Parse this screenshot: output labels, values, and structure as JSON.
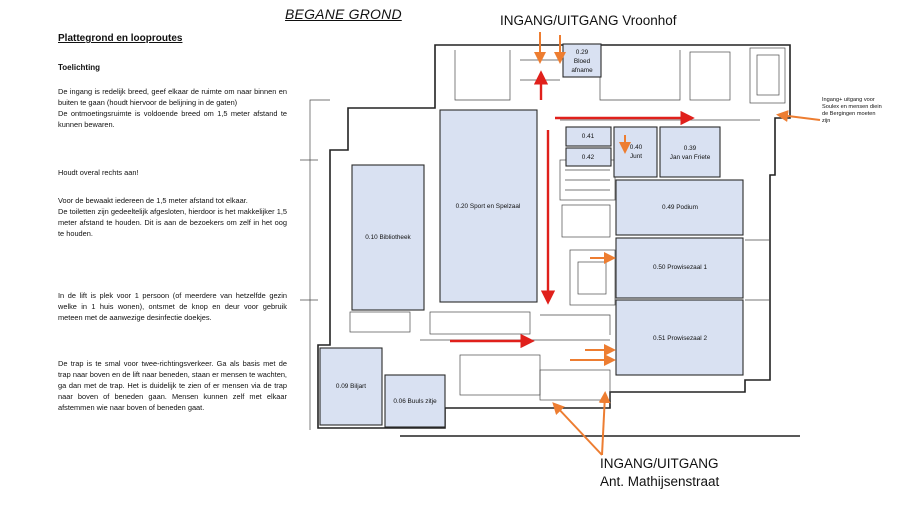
{
  "heading": "BEGANE GROND",
  "section_title": "Plattegrond en looproutes",
  "subheading": "Toelichting",
  "paragraphs": [
    "De ingang is redelijk breed, geef elkaar de ruimte om naar binnen en buiten te gaan (houdt hiervoor de belijning in de gaten)",
    "De ontmoetingsruimte is voldoende breed om 1,5 meter afstand te kunnen bewaren.",
    "Houdt overal rechts aan!",
    "Voor de bewaakt iedereen de 1,5 meter afstand tot elkaar.",
    "De toiletten zijn gedeeltelijk afgesloten, hierdoor is het makkelijker 1,5 meter afstand te houden. Dit is aan de bezoekers om zelf in het oog te houden.",
    "In de lift is plek voor 1 persoon (of meerdere van hetzelfde gezin welke in 1 huis wonen), ontsmet de knop en deur voor gebruik meteen met de aanwezige desinfectie doekjes.",
    "De trap is te smal voor twee-richtingsverkeer. Ga als basis met de trap naar boven en de lift naar beneden, staan er mensen te wachten, ga dan met de trap. Het is duidelijk te zien of er mensen via de trap naar boven of beneden gaan. Mensen kunnen zelf met elkaar afstemmen wie naar boven of beneden gaat."
  ],
  "entrance_top": "INGANG/UITGANG Vroonhof",
  "entrance_bottom_line1": "INGANG/UITGANG",
  "entrance_bottom_line2": "Ant. Mathijsenstraat",
  "side_note": "Ingang+ uitgang voor Soulex en mensen diein de Bergingen moeten zijn",
  "rooms": {
    "r029a": "0.29",
    "r029b": "Bloed",
    "r029c": "afname",
    "r041": "0.41",
    "r042": "0.42",
    "r040a": "0.40",
    "r040b": "Junt",
    "r039a": "0.39",
    "r039b": "Jan van Friete",
    "r049": "0.49 Podium",
    "r050": "0.50 Prowisezaal 1",
    "r051": "0.51 Prowisezaal 2",
    "r020": "0.20 Sport en Spelzaal",
    "r010": "0.10 Bibliotheek",
    "r009": "0.09 Biljart",
    "r006": "0.06 Buuls zitje"
  },
  "colors": {
    "room_fill": "#d9e1f2",
    "route_red": "#e0201b",
    "entry_orange": "#ed7d31"
  }
}
